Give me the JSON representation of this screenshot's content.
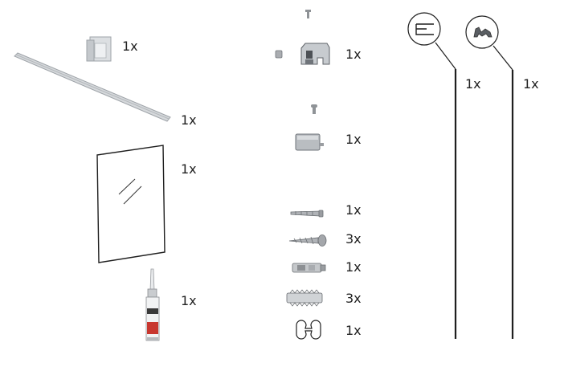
{
  "colors": {
    "line": "#1f1f1f",
    "part_light": "#d6d9dc",
    "part_mid": "#b9bdc1",
    "part_dark": "#6f747a",
    "metal": "#9a9da1",
    "sealant_red": "#c8372f"
  },
  "parts": {
    "clamp": {
      "icon": "clamp-icon",
      "qty": "1x"
    },
    "rail": {
      "icon": "wall-rail-icon",
      "qty": "1x"
    },
    "glass": {
      "icon": "glass-panel-icon",
      "qty": "1x"
    },
    "sealant": {
      "icon": "silicone-cartridge-icon",
      "qty": "1x"
    },
    "bracket": {
      "icon": "bracket-icon",
      "qty": "1x"
    },
    "end_cap": {
      "icon": "end-cap-icon",
      "qty": "1x"
    },
    "small_screw": {
      "icon": "small-screw-icon",
      "qty": "1x"
    },
    "long_screw": {
      "icon": "long-screw-icon",
      "qty": "3x"
    },
    "short_anchor": {
      "icon": "short-anchor-icon",
      "qty": "1x"
    },
    "long_anchor": {
      "icon": "long-anchor-icon",
      "qty": "3x"
    },
    "link": {
      "icon": "connector-link-icon",
      "qty": "1x"
    },
    "seal_profile_e": {
      "icon": "seal-profile-e-icon",
      "qty": "1x"
    },
    "seal_profile_wave": {
      "icon": "seal-profile-wave-icon",
      "qty": "1x"
    }
  }
}
